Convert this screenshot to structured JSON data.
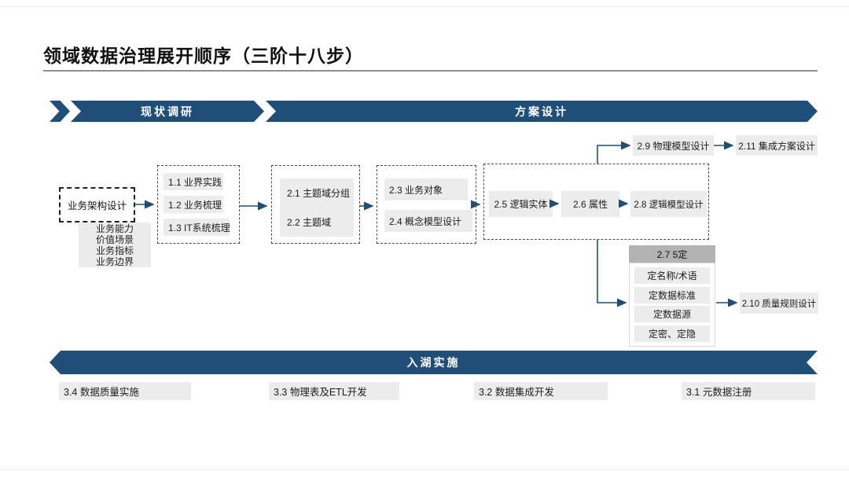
{
  "page": {
    "title": "领域数据治理展开顺序（三阶十八步）"
  },
  "colors": {
    "banner_blue": "#1f4e79",
    "strip_gray": "#ececec",
    "header_gray": "#b3b3b3",
    "connector": "#1f4e79"
  },
  "banners": {
    "research": "现状调研",
    "design": "方案设计",
    "implementation": "入湖实施"
  },
  "research_stage": {
    "architecture_box": "业务架构设计",
    "architecture_details": [
      "业务能力",
      "价值场景",
      "业务指标",
      "业务边界"
    ],
    "steps": [
      "1.1 业界实践",
      "1.2 业务梳理",
      "1.3 IT系统梳理"
    ]
  },
  "design_stage": {
    "subject_group": [
      "2.1 主题域分组",
      "2.2 主题域"
    ],
    "business_object_group": [
      "2.3 业务对象",
      "2.4 概念模型设计"
    ],
    "logical_group": [
      "2.5 逻辑实体",
      "2.6 属性",
      "2.8 逻辑模型设计"
    ],
    "physical_model": "2.9 物理模型设计",
    "integration_design": "2.11 集成方案设计",
    "five_definitions": {
      "header": "2.7 5定",
      "items": [
        "定名称/术语",
        "定数据标准",
        "定数据源",
        "定密、定隐"
      ]
    },
    "quality_rules": "2.10 质量规则设计"
  },
  "implementation_stage": {
    "steps": [
      "3.4 数据质量实施",
      "3.3 物理表及ETL开发",
      "3.2 数据集成开发",
      "3.1 元数据注册"
    ]
  }
}
